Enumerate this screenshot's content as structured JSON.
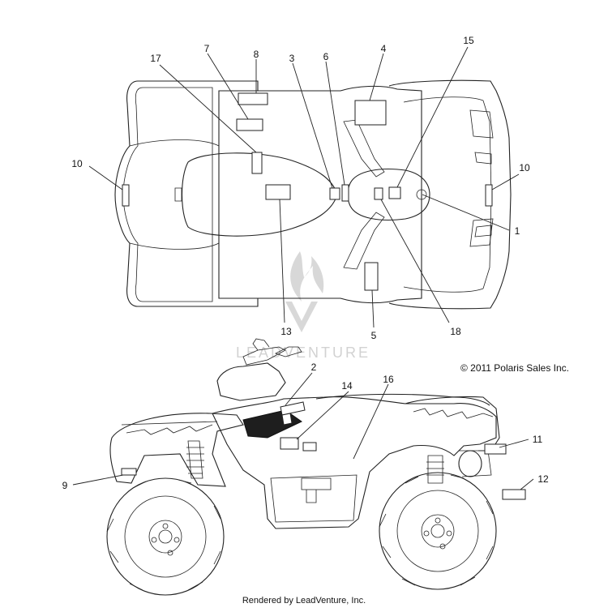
{
  "diagram": {
    "watermark": "LEADVENTURE",
    "copyright": "© 2011 Polaris Sales Inc.",
    "footer": "Rendered by LeadVenture, Inc.",
    "callouts": {
      "c1": "1",
      "c2": "2",
      "c3": "3",
      "c4": "4",
      "c5": "5",
      "c6": "6",
      "c7": "7",
      "c8": "8",
      "c9": "9",
      "c10a": "10",
      "c10b": "10",
      "c11": "11",
      "c12": "12",
      "c13": "13",
      "c14": "14",
      "c15": "15",
      "c16": "16",
      "c17": "17",
      "c18": "18"
    }
  }
}
